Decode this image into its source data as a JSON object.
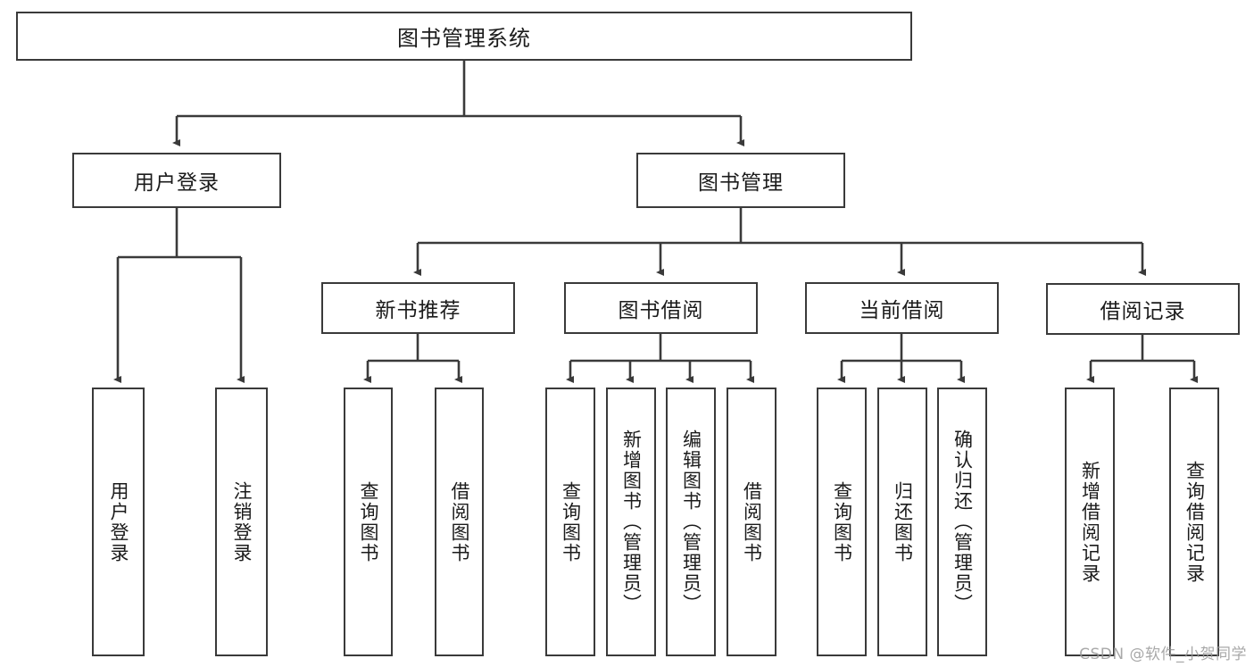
{
  "diagram": {
    "title": "图书管理系统",
    "watermark": "CSDN @软件_小贺同学",
    "colors": {
      "stroke": "#3a3a3a",
      "fill": "#ffffff",
      "text": "#1b1b1b",
      "watermark": "#9a9a9a"
    },
    "levels": {
      "root": {
        "label": "图书管理系统"
      },
      "level2": [
        {
          "label": "用户登录"
        },
        {
          "label": "图书管理"
        }
      ],
      "level3": [
        {
          "label": "新书推荐"
        },
        {
          "label": "图书借阅"
        },
        {
          "label": "当前借阅"
        },
        {
          "label": "借阅记录"
        }
      ],
      "leaves": {
        "user_login": [
          {
            "label": "用户登录"
          },
          {
            "label": "注销登录"
          }
        ],
        "new_book_recommend": [
          {
            "label": "查询图书"
          },
          {
            "label": "借阅图书"
          }
        ],
        "book_borrow": [
          {
            "label": "查询图书"
          },
          {
            "label": "新增图书（管理员）"
          },
          {
            "label": "编辑图书（管理员）"
          },
          {
            "label": "借阅图书"
          }
        ],
        "current_borrow": [
          {
            "label": "查询图书"
          },
          {
            "label": "归还图书"
          },
          {
            "label": "确认归还（管理员）"
          }
        ],
        "borrow_record": [
          {
            "label": "新增借阅记录"
          },
          {
            "label": "查询借阅记录"
          }
        ]
      }
    }
  }
}
